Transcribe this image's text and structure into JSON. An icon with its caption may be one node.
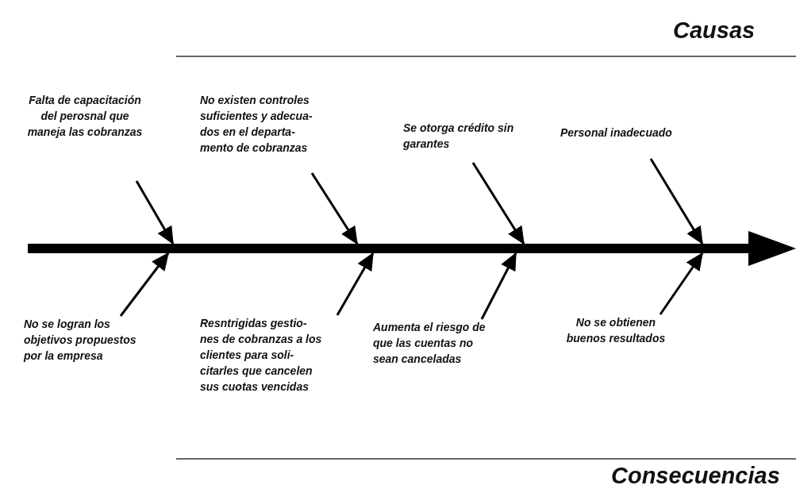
{
  "diagram": {
    "nodes": [
      {
        "text": [
          "Falta de capacitación del perosnal que maneja las cobranzas"
        ]
      },
      {
        "text": [
          "No existen controles suficientes y adecua- dos en el departa- mento de cobranzas"
        ]
      },
      {
        "text": [
          "Se otorga crédito sin garantes"
        ]
      },
      {
        "text": [
          "Personal inadecuado"
        ]
      },
      {
        "text": [
          "No se logran los objetivos propuestos por la empresa"
        ]
      },
      {
        "text": [
          "Resntrigidas gestio- nes de cobranzas a los clientes para soli- citarles que cancelen sus cuotas vencidas"
        ]
      },
      {
        "text": [
          "Aumenta el riesgo de que las cuentas no sean canceladas"
        ]
      },
      {
        "text": [
          "No se obtienen buenos resultados"
        ]
      },
      {
        "text": [],
        "shape": "bar"
      }
    ],
    "edges": [
      {
        "from": 0,
        "to": 8,
        "arrow": "to"
      },
      {
        "from": 1,
        "to": 8,
        "arrow": "to"
      },
      {
        "from": 2,
        "to": 8,
        "arrow": "to"
      },
      {
        "from": 3,
        "to": 8,
        "arrow": "to"
      },
      {
        "from": 4,
        "to": 8,
        "arrow": "to"
      },
      {
        "from": 5,
        "to": 8,
        "arrow": "to"
      },
      {
        "from": 6,
        "to": 8,
        "arrow": "to"
      },
      {
        "from": 7,
        "to": 8,
        "arrow": "to"
      }
    ],
    "labels": [
      "Causas",
      "Consecuencias"
    ]
  }
}
